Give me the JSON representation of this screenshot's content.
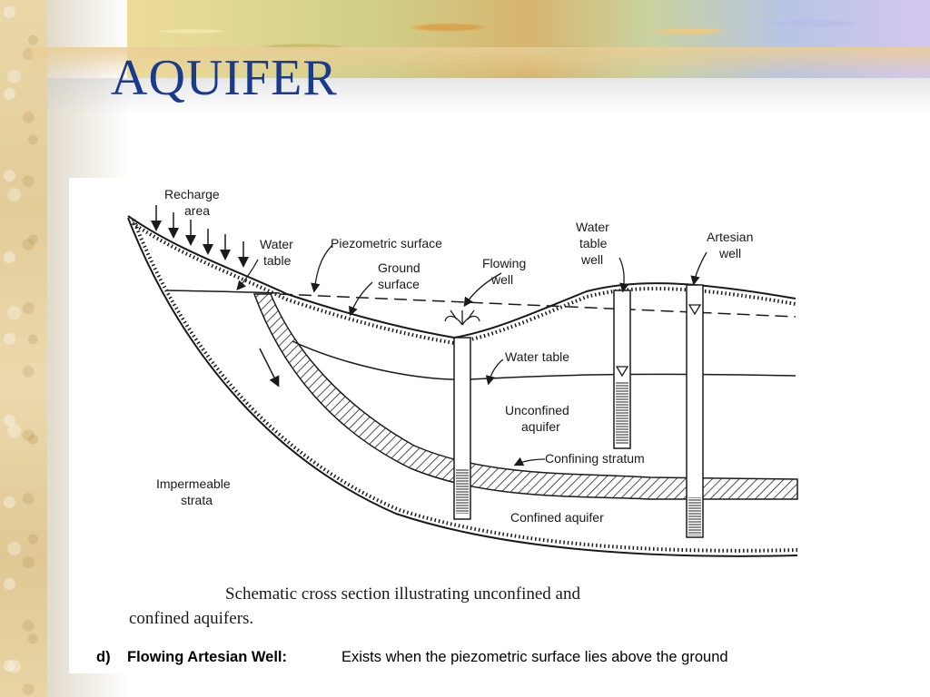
{
  "slide": {
    "title": "AQUIFER"
  },
  "diagram": {
    "labels": {
      "recharge_area_1": "Recharge",
      "recharge_area_2": "area",
      "water_table_left_1": "Water",
      "water_table_left_2": "table",
      "piezometric_surface": "Piezometric surface",
      "ground_surface_1": "Ground",
      "ground_surface_2": "surface",
      "flowing_well_1": "Flowing",
      "flowing_well_2": "well",
      "water_table_well_1": "Water",
      "water_table_well_2": "table",
      "water_table_well_3": "well",
      "artesian_well_1": "Artesian",
      "artesian_well_2": "well",
      "water_table_mid": "Water table",
      "unconfined_aquifer_1": "Unconfined",
      "unconfined_aquifer_2": "aquifer",
      "confining_stratum": "Confining stratum",
      "impermeable_strata_1": "Impermeable",
      "impermeable_strata_2": "strata",
      "confined_aquifer": "Confined aquifer"
    },
    "caption_line1": "Schematic cross section illustrating unconfined and",
    "caption_line2": "confined aquifers."
  },
  "footer_note": {
    "prefix": "d)",
    "term": "Flowing Artesian Well:",
    "definition": "Exists when the piezometric surface lies above the ground"
  },
  "colors": {
    "title": "#1a3a8c",
    "ink": "#1a1a1a"
  }
}
